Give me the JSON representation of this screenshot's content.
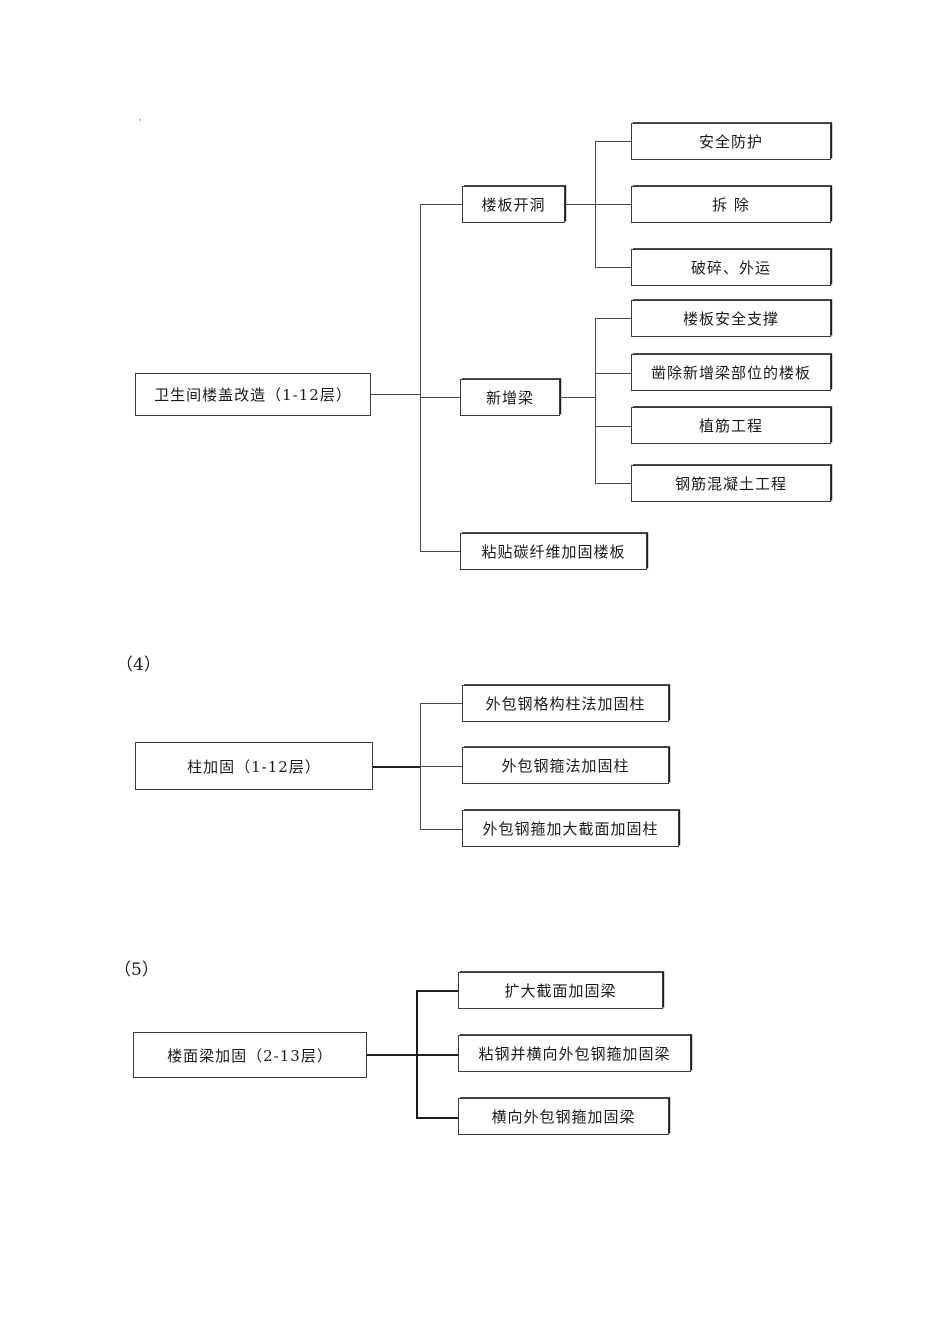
{
  "document": {
    "type": "construction-reinforcement-flowcharts",
    "artifact_mark": "'"
  },
  "diagrams": [
    {
      "id": "diagram-3",
      "section_label": "",
      "root": {
        "label": "卫生间楼盖改造（1-12层）"
      },
      "branches": [
        {
          "id": "branch-slab-opening",
          "label": "楼板开洞",
          "children": [
            {
              "label": "安全防护"
            },
            {
              "label": "拆  除"
            },
            {
              "label": "破碎、外运"
            }
          ]
        },
        {
          "id": "branch-new-beam",
          "label": "新增梁",
          "children": [
            {
              "label": "楼板安全支撑"
            },
            {
              "label": "凿除新增梁部位的楼板"
            },
            {
              "label": "植筋工程"
            },
            {
              "label": "钢筋混凝土工程"
            }
          ]
        },
        {
          "id": "branch-carbon-fiber",
          "label": "粘贴碳纤维加固楼板",
          "children": []
        }
      ]
    },
    {
      "id": "diagram-4",
      "section_label": "（4）",
      "root": {
        "label": "柱加固（1-12层）"
      },
      "branches": [
        {
          "id": "col-1",
          "label": "外包钢格构柱法加固柱",
          "children": []
        },
        {
          "id": "col-2",
          "label": "外包钢箍法加固柱",
          "children": []
        },
        {
          "id": "col-3",
          "label": "外包钢箍加大截面加固柱",
          "children": []
        }
      ]
    },
    {
      "id": "diagram-5",
      "section_label": "（5）",
      "root": {
        "label": "楼面梁加固（2-13层）"
      },
      "branches": [
        {
          "id": "beam-1",
          "label": "扩大截面加固梁",
          "children": []
        },
        {
          "id": "beam-2",
          "label": "粘钢并横向外包钢箍加固梁",
          "children": []
        },
        {
          "id": "beam-3",
          "label": "横向外包钢箍加固梁",
          "children": []
        }
      ]
    }
  ],
  "colors": {
    "line": "#4a4a4a",
    "line_bold": "#1d1d1d",
    "text": "#1a1a1a",
    "background": "#ffffff"
  }
}
